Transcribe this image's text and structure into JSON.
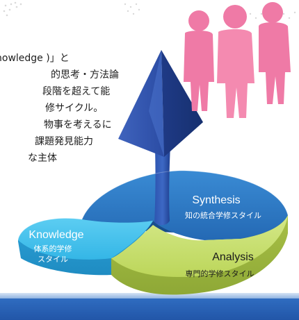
{
  "paragraph": {
    "lines": [
      "nowledge )」と",
      "的思考・方法論",
      "段階を超えて能",
      "修サイクル。",
      "物事を考えるに",
      "課題発見能力",
      "な主体"
    ]
  },
  "segments": {
    "synthesis": {
      "title": "Synthesis",
      "subtitle": "知の統合学修スタイル"
    },
    "knowledge": {
      "title": "Knowledge",
      "subtitle_line1": "体系的学修",
      "subtitle_line2": "スタイル"
    },
    "analysis": {
      "title": "Analysis",
      "subtitle": "専門的学修スタイル"
    }
  },
  "colors": {
    "synthesis": "#2f7fc8",
    "knowledge": "#3fc0ec",
    "analysis": "#c4dd6a",
    "arrow": "#2a4aa0",
    "people": "#f07fa8",
    "bottom_bar": "#2a62b6"
  }
}
